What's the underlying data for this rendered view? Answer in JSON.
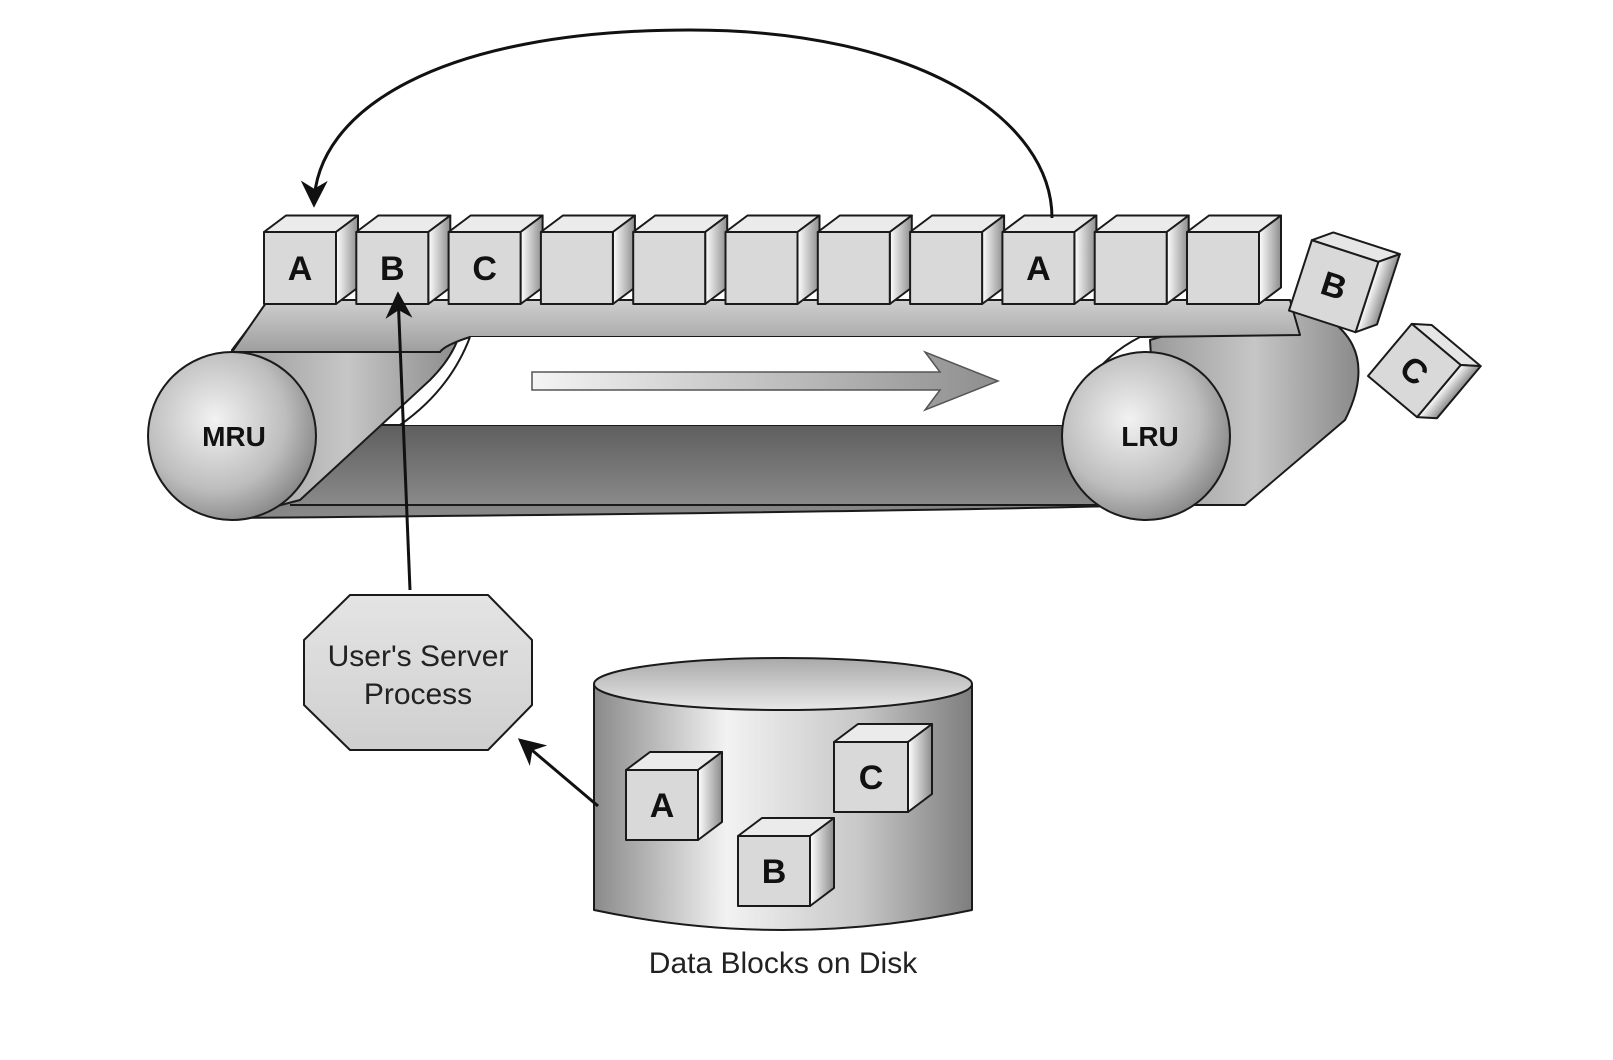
{
  "diagram": {
    "belt_blocks": [
      "A",
      "B",
      "C",
      "",
      "",
      "",
      "",
      "",
      "A",
      "",
      ""
    ],
    "falling_blocks": [
      "B",
      "C"
    ],
    "rollers": {
      "left": "MRU",
      "right": "LRU"
    },
    "process": {
      "line1": "User's Server",
      "line2": "Process"
    },
    "disk": {
      "caption": "Data Blocks on Disk",
      "blocks": [
        "A",
        "B",
        "C"
      ]
    },
    "colors": {
      "block_face": "#d9d9d9",
      "belt_top": "#bdbdbd",
      "belt_bottom": "#6e6e6e",
      "outline": "#1a1a1a"
    }
  }
}
